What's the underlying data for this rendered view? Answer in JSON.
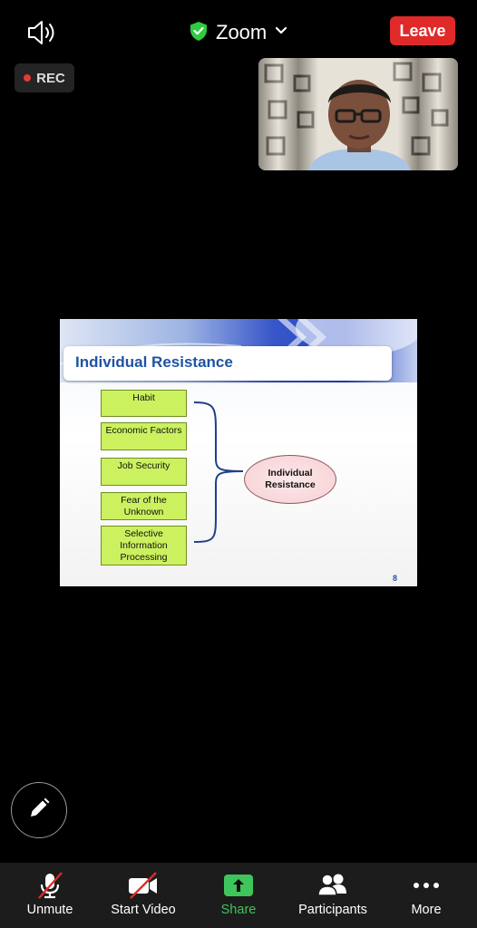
{
  "header": {
    "speaker_icon": "speaker-icon",
    "shield_icon": "shield-check-icon",
    "title": "Zoom",
    "leave_label": "Leave"
  },
  "recording": {
    "label": "REC"
  },
  "slide": {
    "title": "Individual Resistance",
    "boxes": [
      "Habit",
      "Economic Factors",
      "Job Security",
      "Fear of the Unknown",
      "Selective Information Processing"
    ],
    "center_label": "Individual Resistance",
    "page_number": "8"
  },
  "toolbar": {
    "unmute_label": "Unmute",
    "start_video_label": "Start Video",
    "share_label": "Share",
    "participants_label": "Participants",
    "more_label": "More"
  },
  "colors": {
    "leave": "#e02a2a",
    "share_green": "#3ec55b",
    "shield_green": "#2ecc40",
    "slide_title": "#1f53a3",
    "slide_box": "#ccf15f"
  }
}
